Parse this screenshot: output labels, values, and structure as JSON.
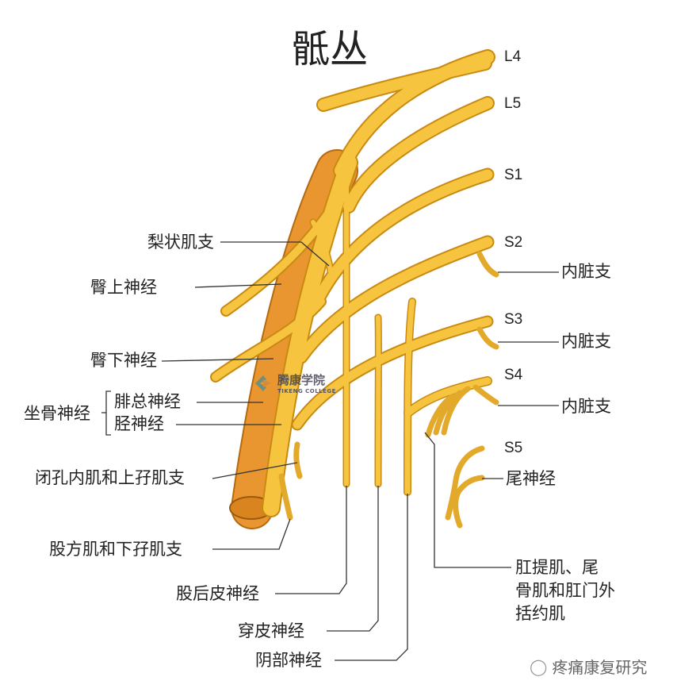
{
  "title": "骶丛",
  "roots": [
    "L4",
    "L5",
    "S1",
    "S2",
    "S3",
    "S4",
    "S5"
  ],
  "labels": {
    "piriformis_branch": "梨状肌支",
    "superior_gluteal": "臀上神经",
    "inferior_gluteal": "臀下神经",
    "sciatic": "坐骨神经",
    "common_peroneal": "腓总神经",
    "tibial": "胫神经",
    "obturator_internus": "闭孔内肌和上孖肌支",
    "quadratus_femoris": "股方肌和下孖肌支",
    "posterior_femoral_cutaneous": "股后皮神经",
    "perforating_cutaneous": "穿皮神经",
    "pudendal": "阴部神经",
    "visceral_1": "内脏支",
    "visceral_2": "内脏支",
    "visceral_3": "内脏支",
    "coccygeal": "尾神经",
    "levator_line1": "肛提肌、尾",
    "levator_line2": "骨肌和肛门外",
    "levator_line3": "括约肌"
  },
  "logo": {
    "cn": "腾康学院",
    "en": "TIKENG COLLEGE"
  },
  "watermark": "疼痛康复研究",
  "colors": {
    "nerve": "#f6c43e",
    "nerve_edge": "#c98a12",
    "sciatic": "#ea9630",
    "line": "#333333"
  }
}
